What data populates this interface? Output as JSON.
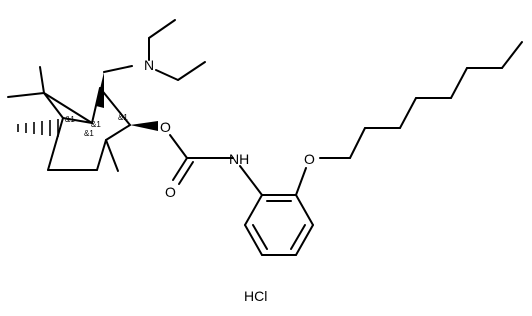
{
  "molecule": {
    "atom_labels": {
      "nitrogen_amine": "N",
      "ester_oxygen": "O",
      "carbonyl_oxygen": "O",
      "amide_nh": "NH",
      "ether_oxygen": "O"
    },
    "stereo_labels": {
      "bridgehead_left": "&1",
      "bridgehead_right": "&1",
      "c_alkyl": "&1",
      "c_ester": "&1"
    },
    "salt_label": "HCl"
  }
}
